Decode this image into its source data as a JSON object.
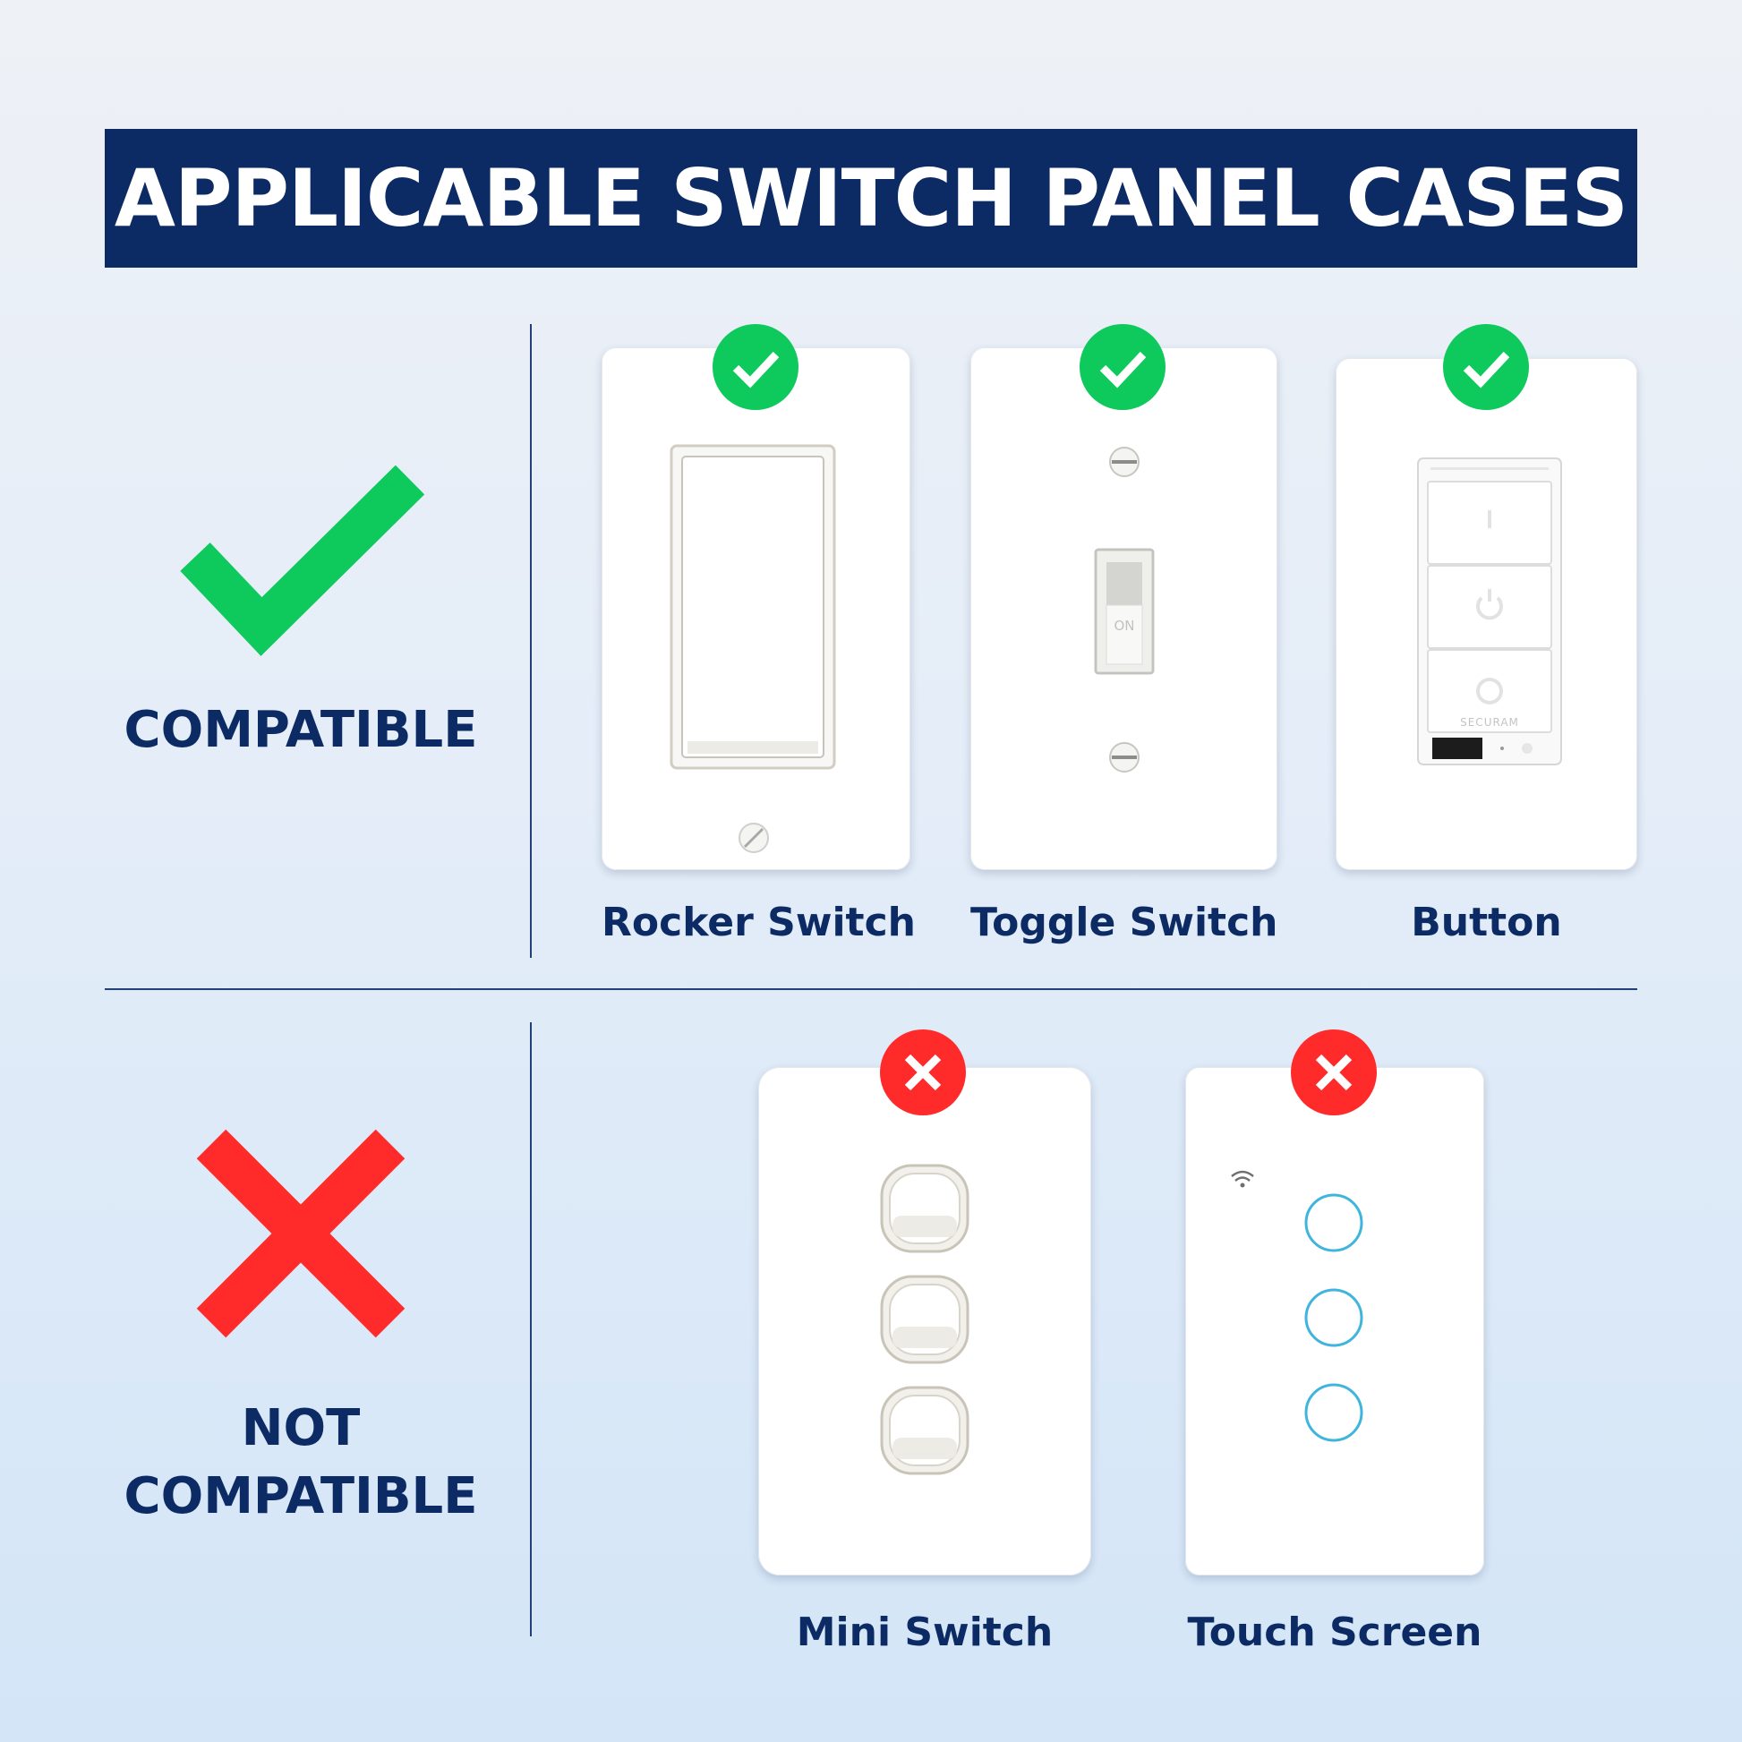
{
  "header": {
    "title": "APPLICABLE SWITCH PANEL CASES"
  },
  "compatible": {
    "label": "COMPATIBLE",
    "color": "#0ec95c",
    "items": [
      {
        "label": "Rocker Switch",
        "icon": "check-badge-icon"
      },
      {
        "label": "Toggle Switch",
        "icon": "check-badge-icon",
        "switch_text": "ON"
      },
      {
        "label": "Button",
        "icon": "check-badge-icon",
        "brand_text": "SECURAM"
      }
    ]
  },
  "not_compatible": {
    "label_line1": "NOT",
    "label_line2": "COMPATIBLE",
    "color": "#ff2a2a",
    "items": [
      {
        "label": "Mini Switch",
        "icon": "cross-badge-icon"
      },
      {
        "label": "Touch Screen",
        "icon": "cross-badge-icon"
      }
    ]
  },
  "colors": {
    "navy": "#0c2a64",
    "check_green": "#0ec95c",
    "cross_red": "#ff2a2a",
    "touch_ring": "#3fb5dd"
  }
}
